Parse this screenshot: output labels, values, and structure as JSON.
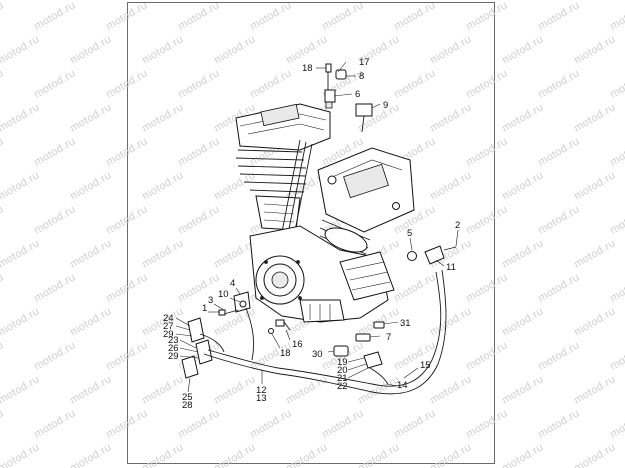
{
  "watermark_text": "motod.ru",
  "callouts": [
    {
      "id": "c18a",
      "text": "18"
    },
    {
      "id": "c17",
      "text": "17"
    },
    {
      "id": "c8",
      "text": "8"
    },
    {
      "id": "c6",
      "text": "6"
    },
    {
      "id": "c9",
      "text": "9"
    },
    {
      "id": "c2",
      "text": "2"
    },
    {
      "id": "c5",
      "text": "5"
    },
    {
      "id": "c11",
      "text": "11"
    },
    {
      "id": "c4",
      "text": "4"
    },
    {
      "id": "c10",
      "text": "10"
    },
    {
      "id": "c3",
      "text": "3"
    },
    {
      "id": "c1",
      "text": "1"
    },
    {
      "id": "c24",
      "text": "24"
    },
    {
      "id": "c27",
      "text": "27"
    },
    {
      "id": "c29a",
      "text": "29"
    },
    {
      "id": "c23",
      "text": "23"
    },
    {
      "id": "c26",
      "text": "26"
    },
    {
      "id": "c29b",
      "text": "29"
    },
    {
      "id": "c16",
      "text": "16"
    },
    {
      "id": "c18b",
      "text": "18"
    },
    {
      "id": "c31",
      "text": "31"
    },
    {
      "id": "c7",
      "text": "7"
    },
    {
      "id": "c30",
      "text": "30"
    },
    {
      "id": "c19",
      "text": "19"
    },
    {
      "id": "c20",
      "text": "20"
    },
    {
      "id": "c21",
      "text": "21"
    },
    {
      "id": "c22",
      "text": "22"
    },
    {
      "id": "c15",
      "text": "15"
    },
    {
      "id": "c14",
      "text": "14"
    },
    {
      "id": "c12",
      "text": "12"
    },
    {
      "id": "c13",
      "text": "13"
    },
    {
      "id": "c25",
      "text": "25"
    },
    {
      "id": "c28",
      "text": "28"
    }
  ]
}
